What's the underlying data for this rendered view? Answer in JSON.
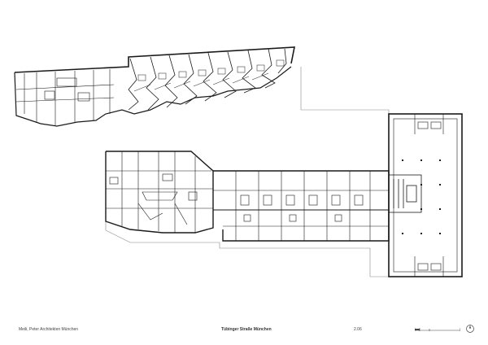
{
  "footer": {
    "architect": "Meili, Peter Architekten München",
    "project": "Tübinger Straße München",
    "sheet": "2.06"
  },
  "colors": {
    "line": "#1a1a1a",
    "thin_line": "#666666",
    "background": "#ffffff"
  },
  "icons": {
    "north_arrow": "north-arrow-icon",
    "scale_bar": "scale-bar-icon"
  }
}
